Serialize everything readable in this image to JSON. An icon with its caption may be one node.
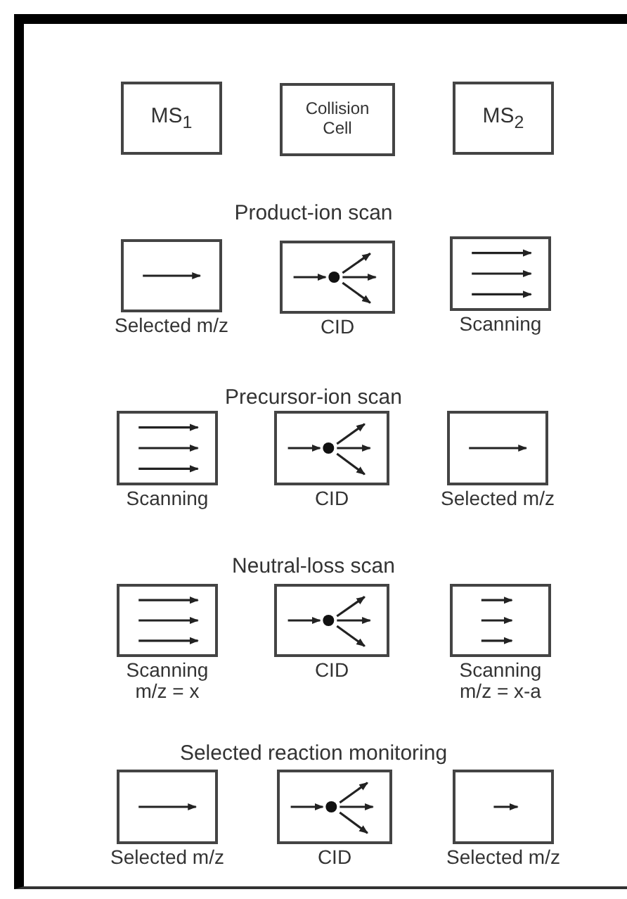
{
  "diagram": {
    "nodes": [
      {
        "text": [
          "MS$_{1}$"
        ]
      },
      {
        "text": [
          "Collision Cell"
        ]
      },
      {
        "text": [
          "MS$_{2}$"
        ]
      },
      {
        "text": [],
        "shape": "box",
        "beside": [
          "Selected m/z"
        ]
      },
      {
        "text": [],
        "shape": "box",
        "beside": [
          "CID"
        ]
      },
      {
        "text": [],
        "shape": "box",
        "beside": [
          "Scanning"
        ]
      },
      {
        "text": [],
        "shape": "box",
        "beside": [
          "Scanning"
        ]
      },
      {
        "text": [],
        "shape": "box",
        "beside": [
          "CID"
        ]
      },
      {
        "text": [],
        "shape": "box",
        "beside": [
          "Selected m/z"
        ]
      },
      {
        "text": [],
        "shape": "box",
        "beside": [
          "Scanning",
          "m/z = x"
        ]
      },
      {
        "text": [],
        "shape": "box",
        "beside": [
          "CID"
        ]
      },
      {
        "text": [],
        "shape": "box",
        "beside": [
          "Scanning",
          "m/z = x-a"
        ]
      },
      {
        "text": [],
        "shape": "box",
        "beside": [
          "Selected m/z"
        ]
      },
      {
        "text": [],
        "shape": "box",
        "beside": [
          "CID"
        ]
      },
      {
        "text": [],
        "shape": "box",
        "beside": [
          "Selected m/z"
        ]
      }
    ],
    "labels": [
      "Product-ion scan",
      "Precursor-ion scan",
      "Neutral-loss scan",
      "Selected reaction monitoring"
    ]
  }
}
